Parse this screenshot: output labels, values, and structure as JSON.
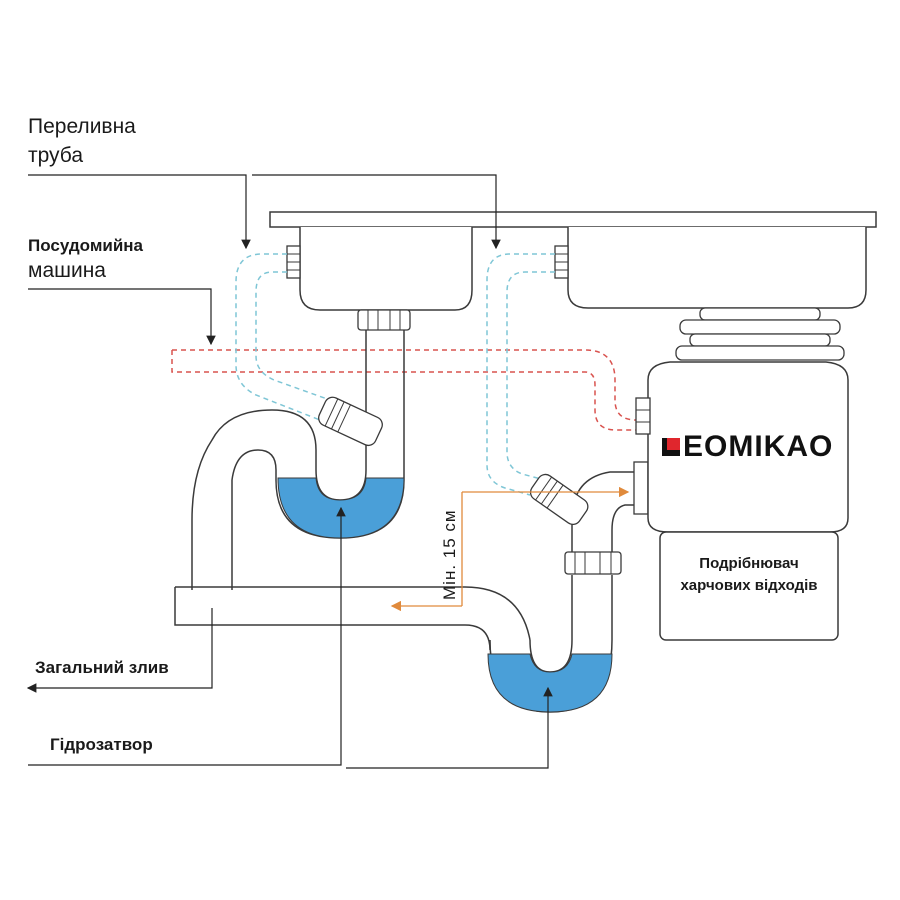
{
  "labels": {
    "overflow_pipe_line1": "Переливна",
    "overflow_pipe_line2": "труба",
    "dishwasher_line1": "Посудомийна",
    "dishwasher_line2": "машина",
    "main_drain": "Загальний злив",
    "water_seal": "Гідрозатвор",
    "min_height": "Мін. 15 см",
    "disposer_line1": "Подрібнювач",
    "disposer_line2": "харчових відходів"
  },
  "brand": {
    "logo_text": "EOMIKAO",
    "logo_full": "LEOMIKAO"
  },
  "colors": {
    "outline": "#3a3a3a",
    "water": "#4a9fd8",
    "overflow_dashed": "#7fc6d6",
    "dishwasher_dashed": "#d9534f",
    "dimension_arrow": "#e08a3c",
    "text": "#1a1a1a",
    "brand_red": "#e0262d"
  }
}
